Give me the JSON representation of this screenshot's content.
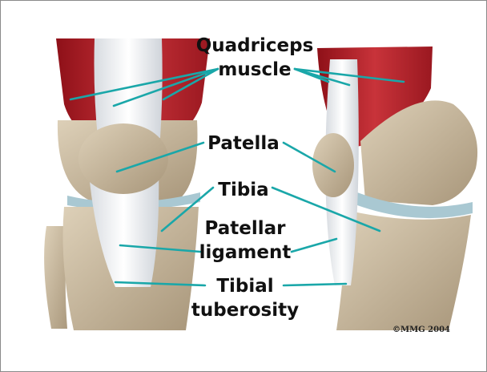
{
  "labels": {
    "quadriceps_line1": "Quadriceps",
    "quadriceps_line2": "muscle",
    "patella": "Patella",
    "tibia": "Tibia",
    "patellar_line1": "Patellar",
    "patellar_line2": "ligament",
    "tibial_line1": "Tibial",
    "tibial_line2": "tuberosity"
  },
  "copyright": "©MMG 2004",
  "colors": {
    "leader_line": "#1aa7a9",
    "muscle": "#b8202b",
    "bone": "#c9b79a",
    "tendon": "#eef0f2",
    "cartilage": "#a9c8d2"
  }
}
